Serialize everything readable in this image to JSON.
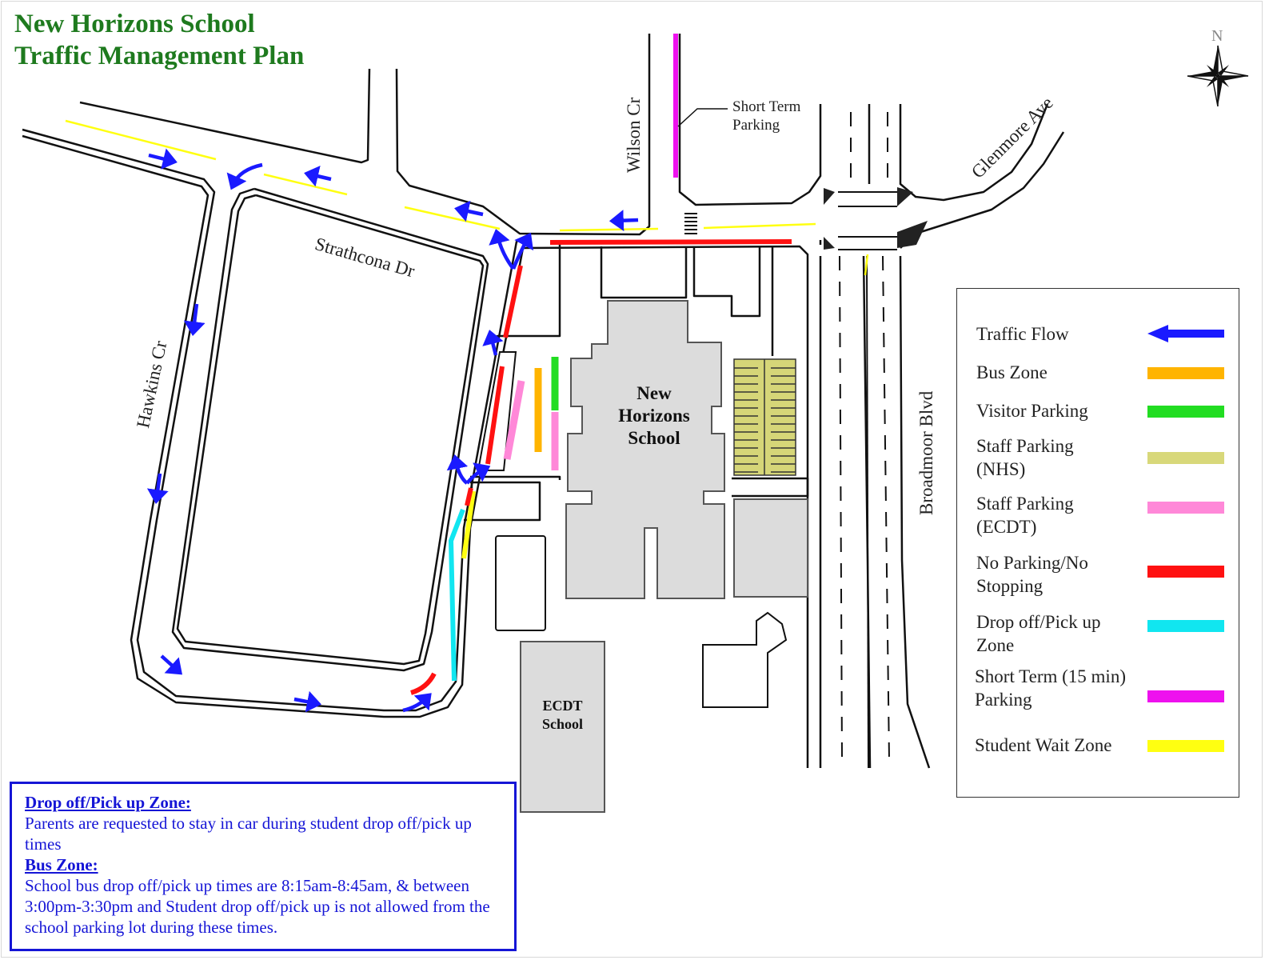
{
  "title": {
    "line1": "New Horizons School",
    "line2": "Traffic Management Plan"
  },
  "compass": {
    "north_label": "N"
  },
  "streets": {
    "strathcona": "Strathcona Dr",
    "hawkins": "Hawkins Cr",
    "wilson": "Wilson Cr",
    "glenmore": "Glenmore Ave",
    "broadmoor": "Broadmoor Blvd"
  },
  "callout": {
    "short_term_line1": "Short Term",
    "short_term_line2": "Parking"
  },
  "buildings": {
    "nhs_line1": "New",
    "nhs_line2": "Horizons",
    "nhs_line3": "School",
    "ecdt_line1": "ECDT",
    "ecdt_line2": "School"
  },
  "legend": [
    {
      "label": "Traffic Flow",
      "color": "#1a1aff",
      "kind": "arrow"
    },
    {
      "label": "Bus Zone",
      "color": "#ffb400",
      "kind": "bar"
    },
    {
      "label": "Visitor Parking",
      "color": "#22dd22",
      "kind": "bar"
    },
    {
      "label": "Staff Parking (NHS)",
      "color": "#d8d87a",
      "kind": "bar"
    },
    {
      "label": "Staff Parking (ECDT)",
      "color": "#ff88d8",
      "kind": "bar"
    },
    {
      "label": "No Parking/No Stopping",
      "color": "#ff1111",
      "kind": "bar"
    },
    {
      "label": "Drop off/Pick up Zone",
      "color": "#11e6f0",
      "kind": "bar"
    },
    {
      "label": "Short Term (15 min) Parking",
      "color": "#ee11ee",
      "kind": "bar"
    },
    {
      "label": "Student Wait Zone",
      "color": "#ffff11",
      "kind": "bar"
    }
  ],
  "notes": {
    "dropoff_heading": "Drop off/Pick up Zone:",
    "dropoff_text": "Parents are requested to stay in car during student drop off/pick up times",
    "bus_heading": "Bus Zone:",
    "bus_text": "School bus drop off/pick up times are 8:15am-8:45am, & between 3:00pm-3:30pm and Student drop off/pick up is not allowed from the school parking lot during these times."
  }
}
